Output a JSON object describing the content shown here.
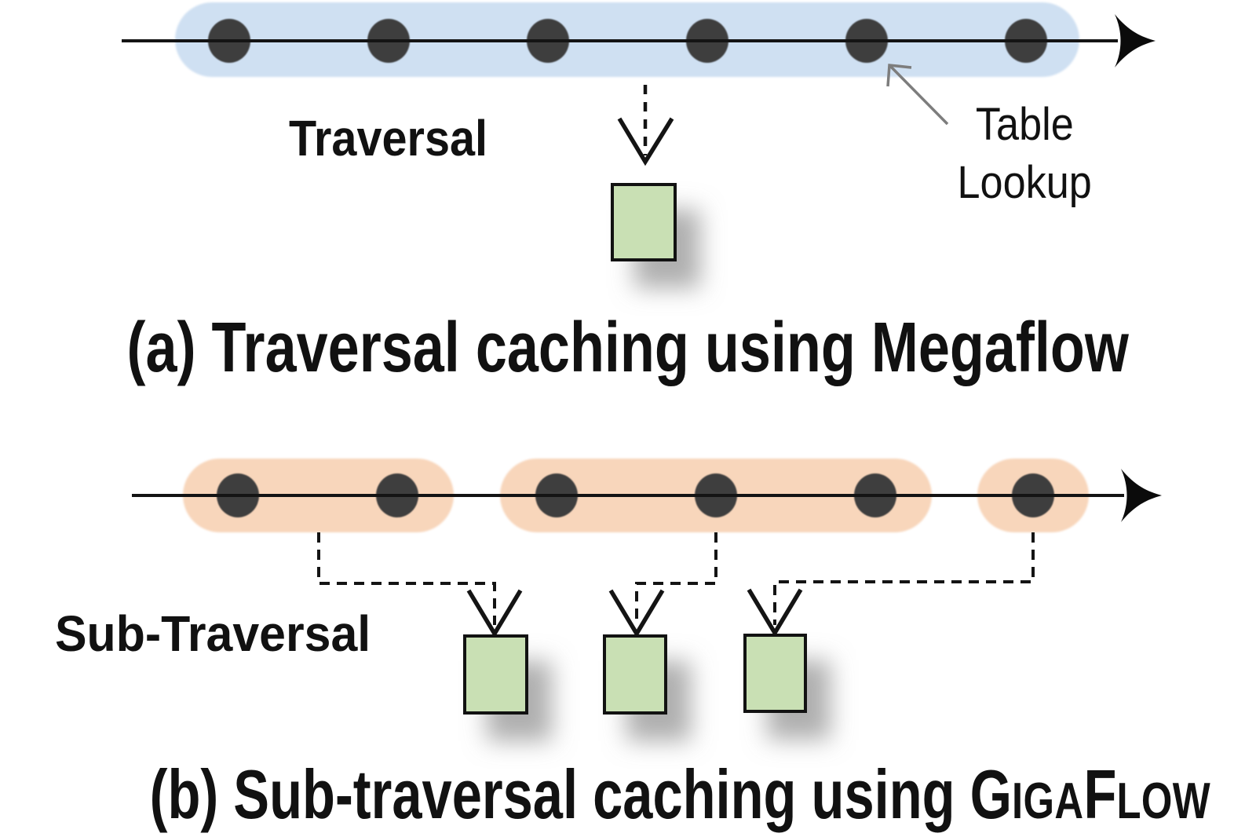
{
  "panel_a": {
    "label_traversal": "Traversal",
    "annotation_line1": "Table",
    "annotation_line2": "Lookup",
    "caption": "(a) Traversal caching using Megaflow",
    "node_count": 6,
    "highlighted_groups": [
      6
    ],
    "cached_tables": 1
  },
  "panel_b": {
    "label_sub_traversal": "Sub-Traversal",
    "caption_prefix": "(b) Sub-traversal caching using ",
    "brand_g": "G",
    "brand_iga": "IGA",
    "brand_f": "F",
    "brand_low": "LOW",
    "node_count": 6,
    "highlighted_groups": [
      2,
      3,
      1
    ],
    "cached_tables": 3
  },
  "colors": {
    "traversal_highlight": "#cfe0f2",
    "sub_traversal_highlight": "#f8d6bb",
    "cache_table_fill": "#c9e0b4",
    "node_dot": "#3e3e3e",
    "annotation_arrow": "#7d7d7d"
  }
}
